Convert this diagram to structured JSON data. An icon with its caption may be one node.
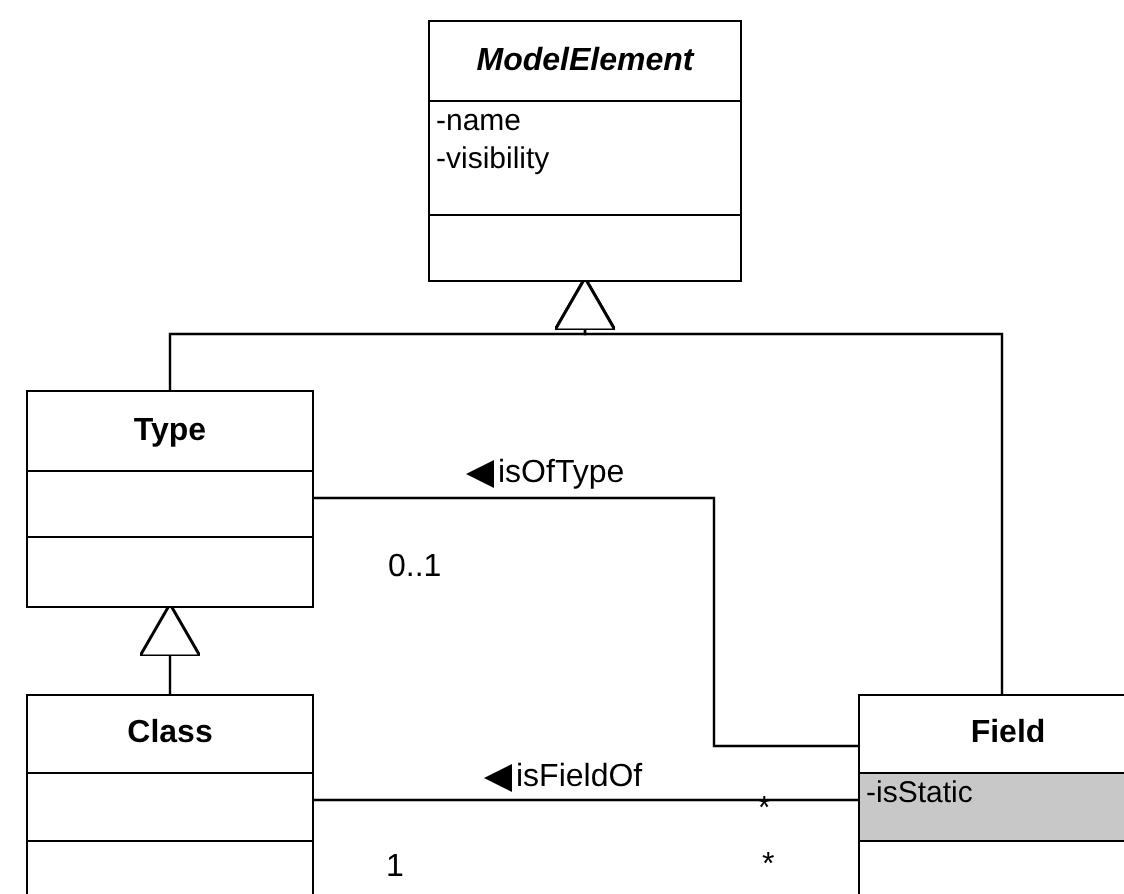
{
  "diagram": {
    "nodes": [
      {
        "text": [
          "ModelElement",
          "-name",
          "-visibility"
        ]
      },
      {
        "text": [
          "Type"
        ]
      },
      {
        "text": [
          "Class"
        ]
      },
      {
        "text": [
          "Field",
          "-isStatic"
        ]
      }
    ],
    "edges": [
      {
        "from": 1,
        "to": 0,
        "arrow": "to"
      },
      {
        "from": 3,
        "to": 0,
        "arrow": "to"
      },
      {
        "from": 2,
        "to": 1,
        "arrow": "to"
      },
      {
        "from": 3,
        "to": 1,
        "arrow": "none",
        "label": "isOfType"
      },
      {
        "from": 3,
        "to": 2,
        "arrow": "none",
        "label": "isFieldOf"
      }
    ],
    "labels": [
      "0..1",
      "*",
      "1",
      "*"
    ]
  }
}
